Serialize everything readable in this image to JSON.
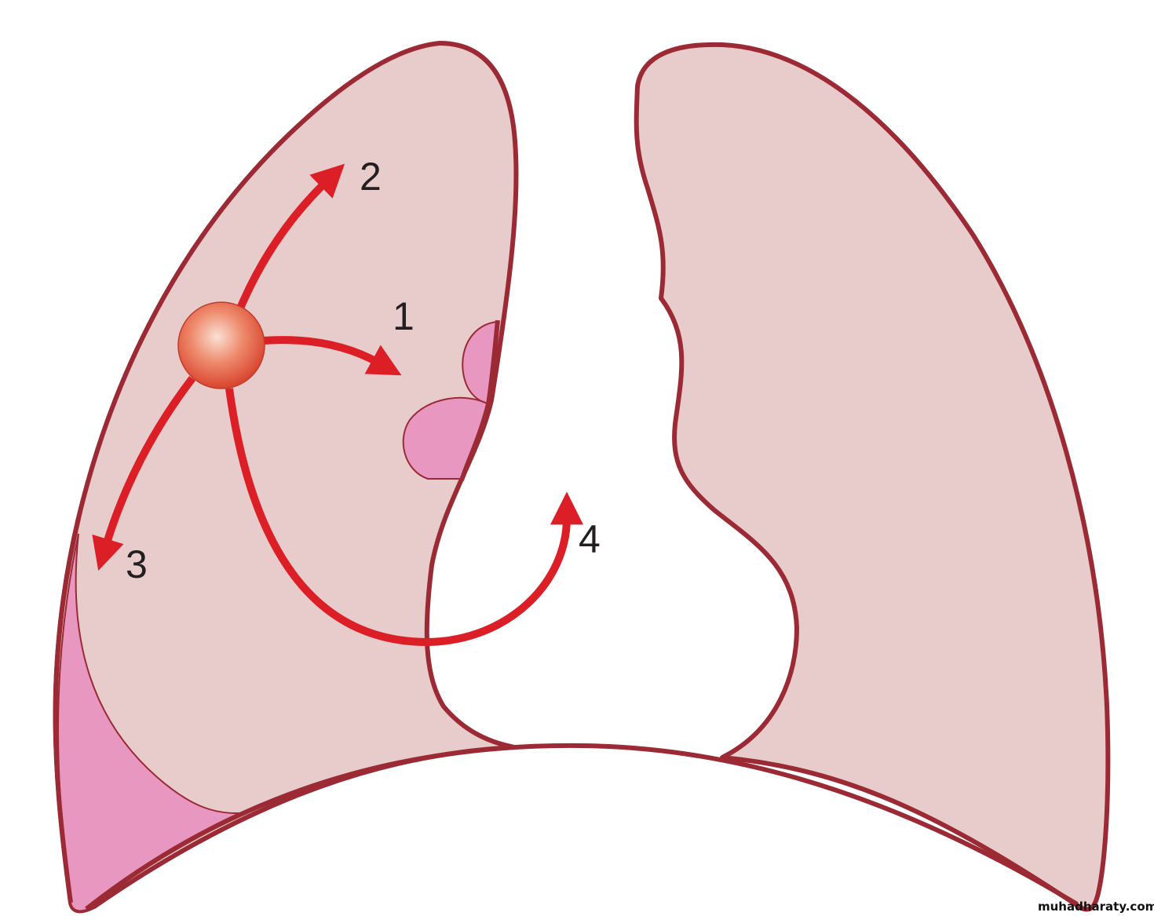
{
  "labels": {
    "route1": "1",
    "route2": "2",
    "route3": "3",
    "route4": "4"
  },
  "watermark": "muhadharaty.com",
  "colors": {
    "lung_fill": "#e8cbcb",
    "outline": "#9b2a35",
    "pleura": "#e897c0",
    "arrow": "#dc1f26",
    "tumor": "#e8694f"
  }
}
